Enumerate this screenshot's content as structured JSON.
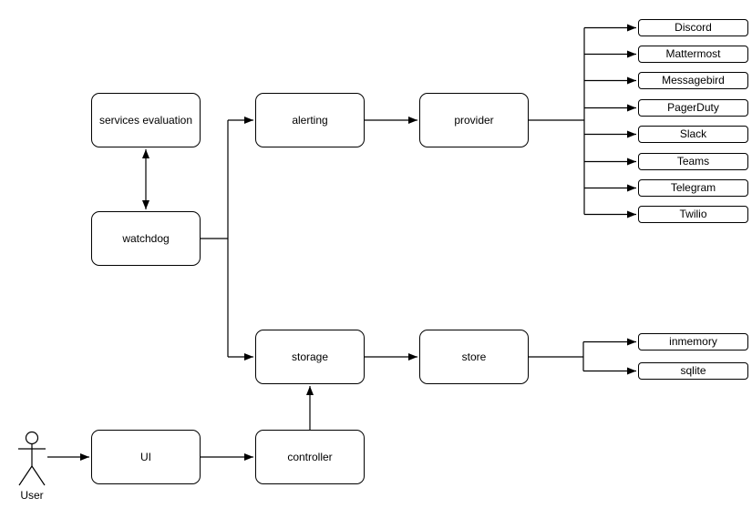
{
  "diagram": {
    "background_color": "#ffffff",
    "stroke_color": "#000000",
    "text_color": "#000000",
    "actor": {
      "label": "User"
    },
    "nodes": {
      "services_evaluation": "services evaluation",
      "watchdog": "watchdog",
      "alerting": "alerting",
      "provider": "provider",
      "storage": "storage",
      "store": "store",
      "ui": "UI",
      "controller": "controller"
    },
    "providers": [
      "Discord",
      "Mattermost",
      "Messagebird",
      "PagerDuty",
      "Slack",
      "Teams",
      "Telegram",
      "Twilio"
    ],
    "stores": [
      "inmemory",
      "sqlite"
    ],
    "edges": [
      {
        "from": "watchdog",
        "to": "services evaluation",
        "type": "bidirectional-arrow"
      },
      {
        "from": "watchdog",
        "to": "alerting",
        "type": "arrow"
      },
      {
        "from": "watchdog",
        "to": "storage",
        "type": "arrow"
      },
      {
        "from": "alerting",
        "to": "provider",
        "type": "arrow"
      },
      {
        "from": "provider",
        "to": "Discord",
        "type": "arrow"
      },
      {
        "from": "provider",
        "to": "Mattermost",
        "type": "arrow"
      },
      {
        "from": "provider",
        "to": "Messagebird",
        "type": "arrow"
      },
      {
        "from": "provider",
        "to": "PagerDuty",
        "type": "arrow"
      },
      {
        "from": "provider",
        "to": "Slack",
        "type": "arrow"
      },
      {
        "from": "provider",
        "to": "Teams",
        "type": "arrow"
      },
      {
        "from": "provider",
        "to": "Telegram",
        "type": "arrow"
      },
      {
        "from": "provider",
        "to": "Twilio",
        "type": "arrow"
      },
      {
        "from": "storage",
        "to": "store",
        "type": "arrow"
      },
      {
        "from": "store",
        "to": "inmemory",
        "type": "arrow"
      },
      {
        "from": "store",
        "to": "sqlite",
        "type": "arrow"
      },
      {
        "from": "controller",
        "to": "storage",
        "type": "arrow"
      },
      {
        "from": "User",
        "to": "UI",
        "type": "arrow"
      },
      {
        "from": "UI",
        "to": "controller",
        "type": "arrow"
      }
    ]
  }
}
